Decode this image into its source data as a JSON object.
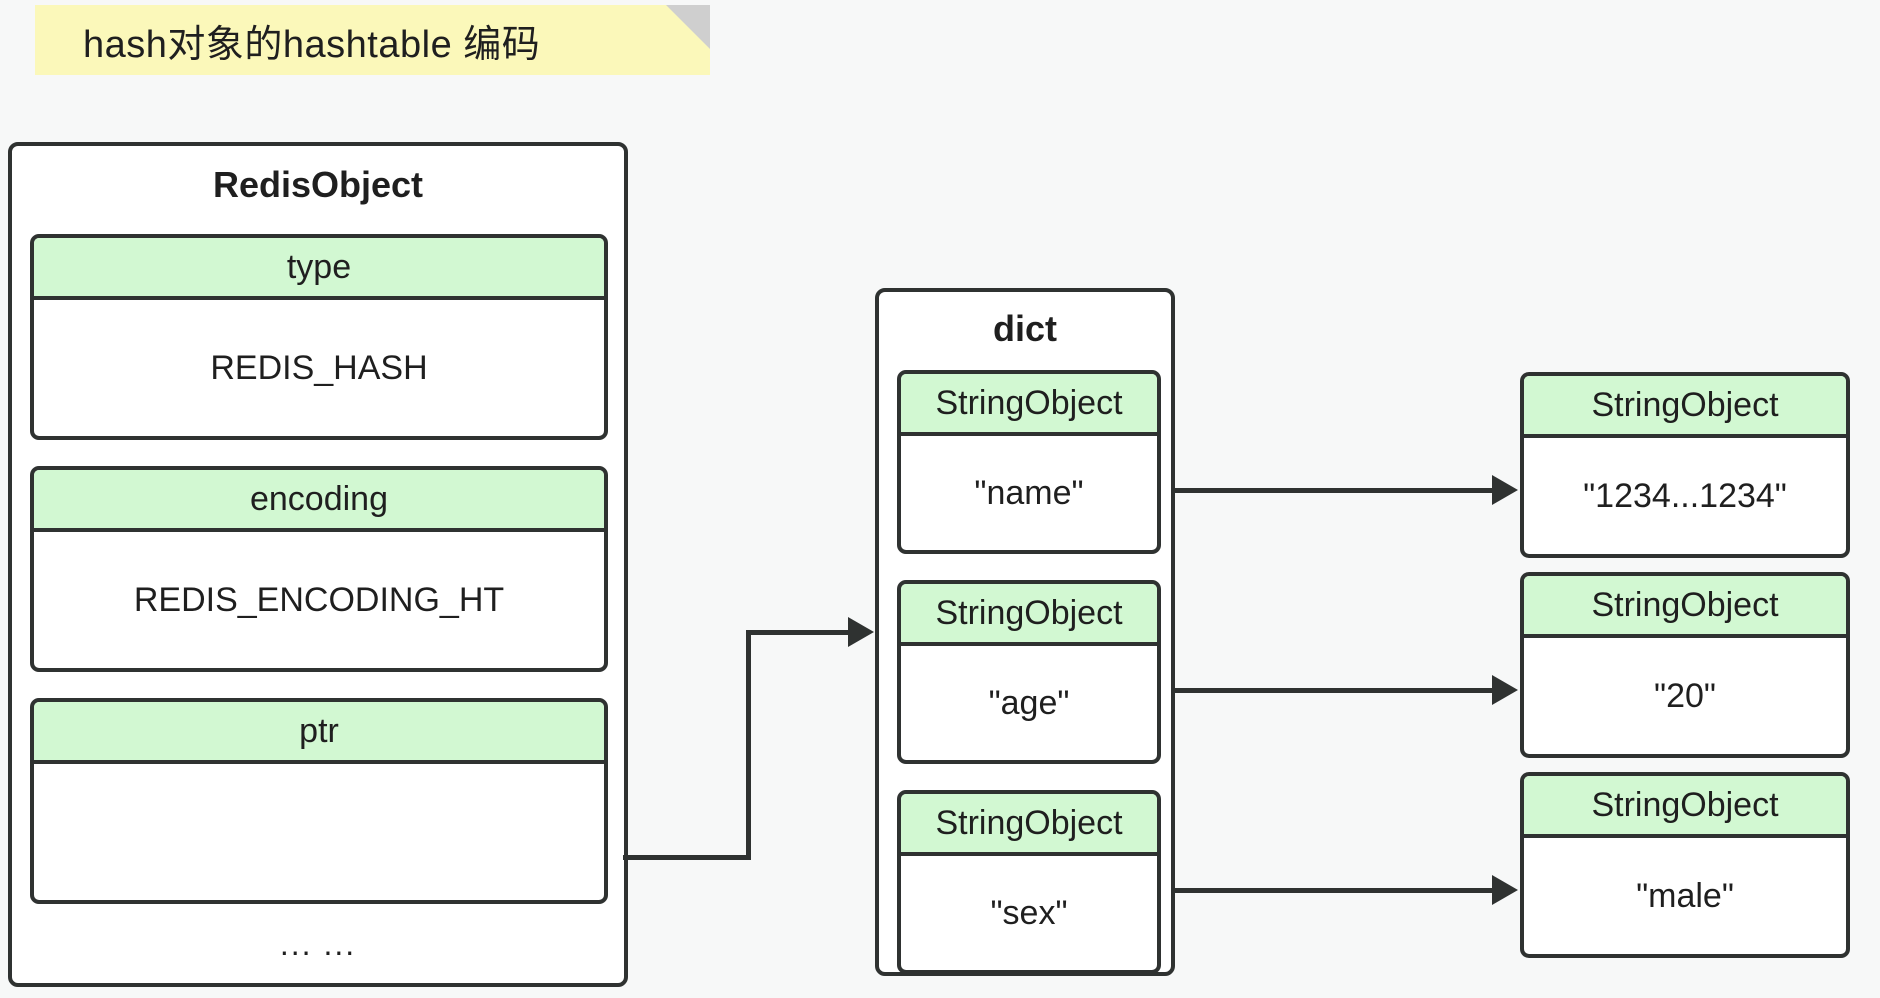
{
  "note": {
    "text": "hash对象的hashtable 编码",
    "bg_color": "#fbf8ba",
    "fold_color": "#cfcfcf"
  },
  "colors": {
    "background": "#f7f8f8",
    "stroke": "#2f3231",
    "field_header_green": "#d2f8d2",
    "box_white": "#ffffff",
    "text": "#1f1f1f"
  },
  "redis_object": {
    "title": "RedisObject",
    "fields": [
      {
        "name": "type",
        "value": "REDIS_HASH"
      },
      {
        "name": "encoding",
        "value": "REDIS_ENCODING_HT"
      },
      {
        "name": "ptr",
        "value": ""
      }
    ],
    "footer": "... ..."
  },
  "dict": {
    "title": "dict",
    "entries": [
      {
        "key_type": "StringObject",
        "key": "\"name\""
      },
      {
        "key_type": "StringObject",
        "key": "\"age\""
      },
      {
        "key_type": "StringObject",
        "key": "\"sex\""
      }
    ]
  },
  "values": [
    {
      "type": "StringObject",
      "value": "\"1234...1234\""
    },
    {
      "type": "StringObject",
      "value": "\"20\""
    },
    {
      "type": "StringObject",
      "value": "\"male\""
    }
  ]
}
